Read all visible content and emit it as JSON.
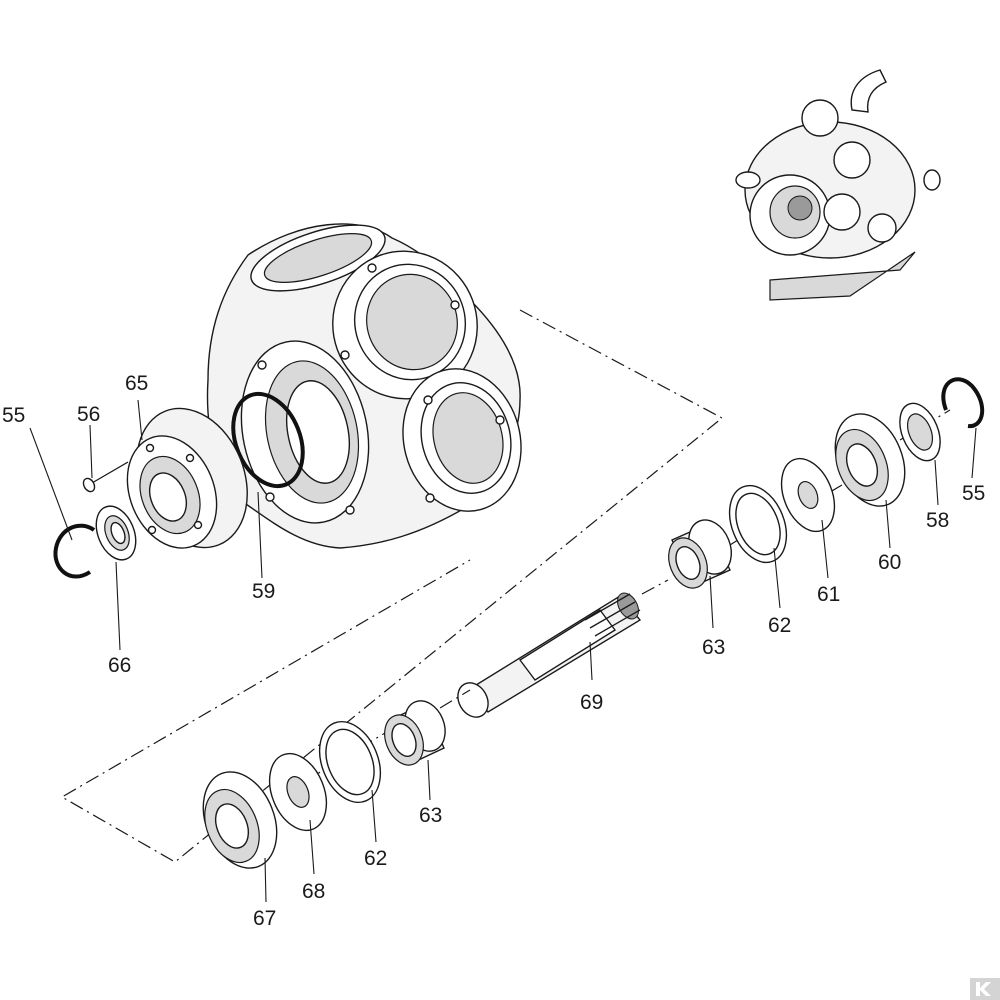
{
  "labels": [
    {
      "id": "55-left",
      "text": "55"
    },
    {
      "id": "56",
      "text": "56"
    },
    {
      "id": "65",
      "text": "65"
    },
    {
      "id": "66",
      "text": "66"
    },
    {
      "id": "59",
      "text": "59"
    },
    {
      "id": "63-upper",
      "text": "63"
    },
    {
      "id": "62-upper",
      "text": "62"
    },
    {
      "id": "61",
      "text": "61"
    },
    {
      "id": "60",
      "text": "60"
    },
    {
      "id": "58",
      "text": "58"
    },
    {
      "id": "55-right",
      "text": "55"
    },
    {
      "id": "69",
      "text": "69"
    },
    {
      "id": "63-lower",
      "text": "63"
    },
    {
      "id": "62-lower",
      "text": "62"
    },
    {
      "id": "68",
      "text": "68"
    },
    {
      "id": "67",
      "text": "67"
    }
  ],
  "icons": {
    "logo": "k-logo-icon",
    "preview": "pump-assembly-thumbnail"
  },
  "colors": {
    "line": "#1a1a1a",
    "background": "#ffffff",
    "badge": "#d4d4d4"
  }
}
